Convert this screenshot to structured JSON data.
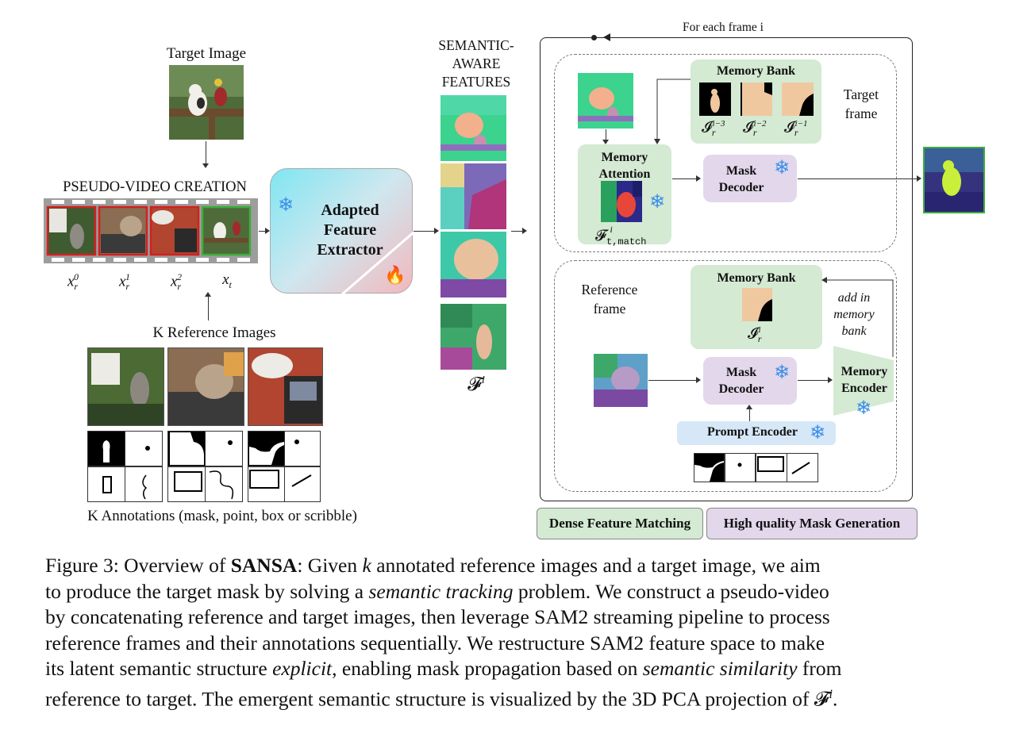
{
  "figure": {
    "target_image_label": "Target Image",
    "pseudo_video_label": "PSEUDO-VIDEO CREATION",
    "frame_labels": [
      {
        "base": "x",
        "sub": "r",
        "sup": "0"
      },
      {
        "base": "x",
        "sub": "r",
        "sup": "1"
      },
      {
        "base": "x",
        "sub": "r",
        "sup": "2"
      },
      {
        "base": "x",
        "sub": "t",
        "sup": ""
      }
    ],
    "k_reference_label": "K Reference Images",
    "k_annotations_label": "K Annotations (mask, point, box or scribble)",
    "extractor_label": "Adapted Feature Extractor",
    "semantic_features_label": "SEMANTIC-AWARE FEATURES",
    "feature_symbol": "𝓕",
    "feature_sup": "i",
    "for_each_frame_label": "For each frame i",
    "target_frame_label": "Target frame",
    "reference_frame_label": "Reference frame",
    "memory_bank_label": "Memory Bank",
    "memory_bank_items": [
      {
        "sup": "i−3"
      },
      {
        "sup": "i−2"
      },
      {
        "sup": "i−1"
      }
    ],
    "memory_symbol_base": "𝓘",
    "memory_symbol_sub": "r",
    "ref_memory_sup": "i",
    "memory_attention_label": "Memory Attention",
    "match_symbol_sub": "t,match",
    "match_symbol_sup": "i",
    "mask_decoder_label": "Mask Decoder",
    "memory_encoder_label": "Memory Encoder",
    "prompt_encoder_label": "Prompt Encoder",
    "add_in_memory_label": "add in memory bank",
    "legend_dense": "Dense Feature Matching",
    "legend_high_quality": "High quality Mask Generation",
    "colors": {
      "green_box": "#d4ead3",
      "purple_box": "#e3d7ec",
      "blue_box": "#d6e8f7",
      "film_red": "#d22020",
      "film_green": "#3cae3c",
      "snowflake": "#3d8fe8"
    }
  },
  "caption": {
    "prefix": "Figure 3: Overview of ",
    "name": "SANSA",
    "p1": ": Given ",
    "k": "k",
    "p2": " annotated reference images and a target image, we aim",
    "l2a": "to produce the target mask by solving a ",
    "l2i": "semantic tracking",
    "l2b": " problem. We construct a pseudo-video",
    "l3": "by concatenating reference and target images, then leverage SAM2 streaming pipeline to process",
    "l4": "reference frames and their annotations sequentially. We restructure SAM2 feature space to make",
    "l5a": "its latent semantic structure ",
    "l5i": "explicit",
    "l5b": ", enabling mask propagation based on ",
    "l5i2": "semantic similarity",
    "l5c": " from",
    "l6a": "reference to target. The emergent semantic structure is visualized by the 3D PCA projection of ",
    "l6sym": "𝓕",
    "l6sup": "i",
    "l6b": "."
  }
}
